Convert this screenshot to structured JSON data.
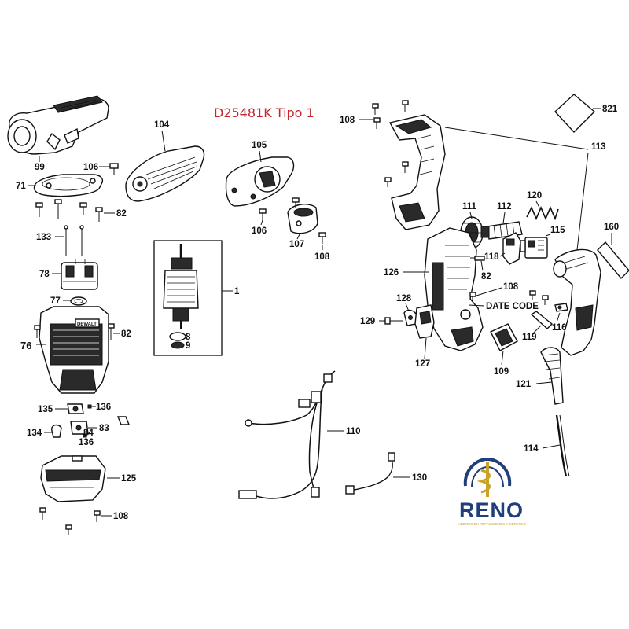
{
  "title": "D25481K Tipo 1",
  "labels": {
    "p99": "99",
    "p71": "71",
    "p106a": "106",
    "p82a": "82",
    "p133": "133",
    "p78": "78",
    "p77": "77",
    "p76": "76",
    "p82b": "82",
    "p135": "135",
    "p136a": "136",
    "p134": "134",
    "p83": "83",
    "p84": "84",
    "p136b": "136",
    "p125": "125",
    "p108a": "108",
    "p104": "104",
    "p105": "105",
    "p106b": "106",
    "p107": "107",
    "p108b": "108",
    "p1": "1",
    "p8": "8",
    "p9": "9",
    "p110": "110",
    "p130": "130",
    "p108c": "108",
    "p821": "821",
    "p113": "113",
    "p111": "111",
    "p112": "112",
    "p120": "120",
    "p115": "115",
    "p160": "160",
    "p118": "118",
    "p82c": "82",
    "p126": "126",
    "p108d": "108",
    "date_code": "DATE CODE",
    "p128": "128",
    "p129": "129",
    "p116": "116",
    "p119": "119",
    "p127": "127",
    "p109": "109",
    "p121": "121",
    "p114": "114"
  },
  "logo": {
    "name": "RENO",
    "tagline": "LIDERES EN REFACCIONES Y SERVICIO"
  },
  "colors": {
    "title": "#c0272d",
    "logo_blue": "#1f3e7a",
    "logo_gold": "#c9a227"
  }
}
